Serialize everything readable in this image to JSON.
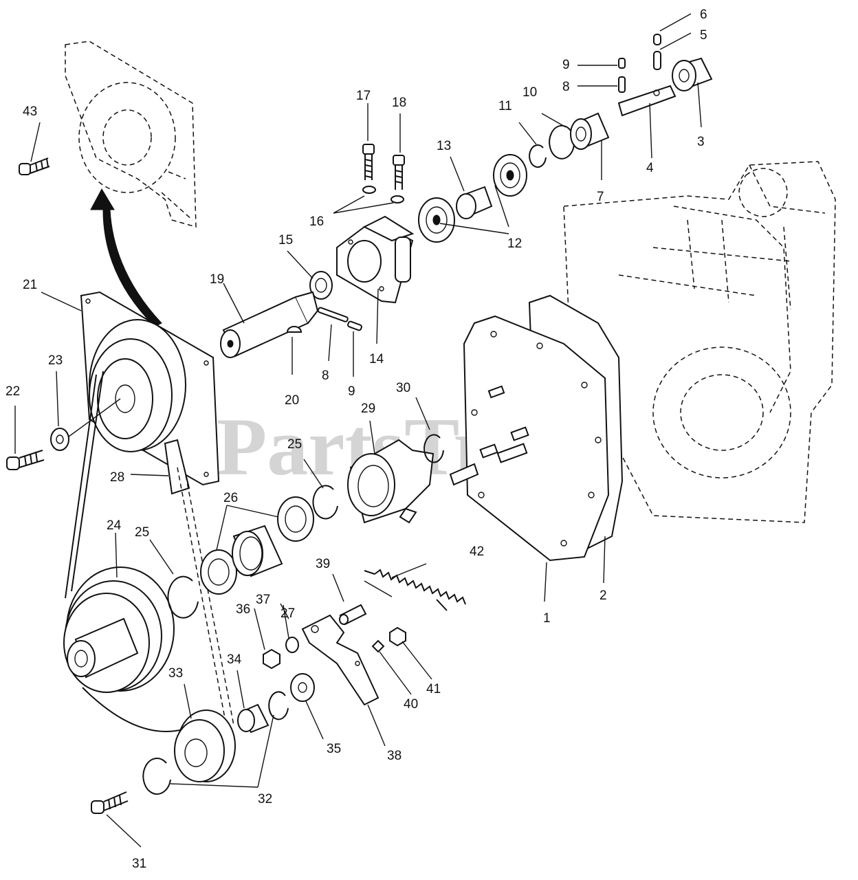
{
  "watermark": "PartsTree",
  "callouts": [
    "1",
    "2",
    "3",
    "4",
    "5",
    "6",
    "7",
    "8",
    "9",
    "10",
    "11",
    "12",
    "13",
    "14",
    "15",
    "16",
    "17",
    "18",
    "19",
    "20",
    "21",
    "22",
    "23",
    "24",
    "25",
    "26",
    "27",
    "28",
    "29",
    "30",
    "31",
    "32",
    "33",
    "34",
    "35",
    "36",
    "37",
    "38",
    "39",
    "40",
    "41",
    "42",
    "43"
  ]
}
